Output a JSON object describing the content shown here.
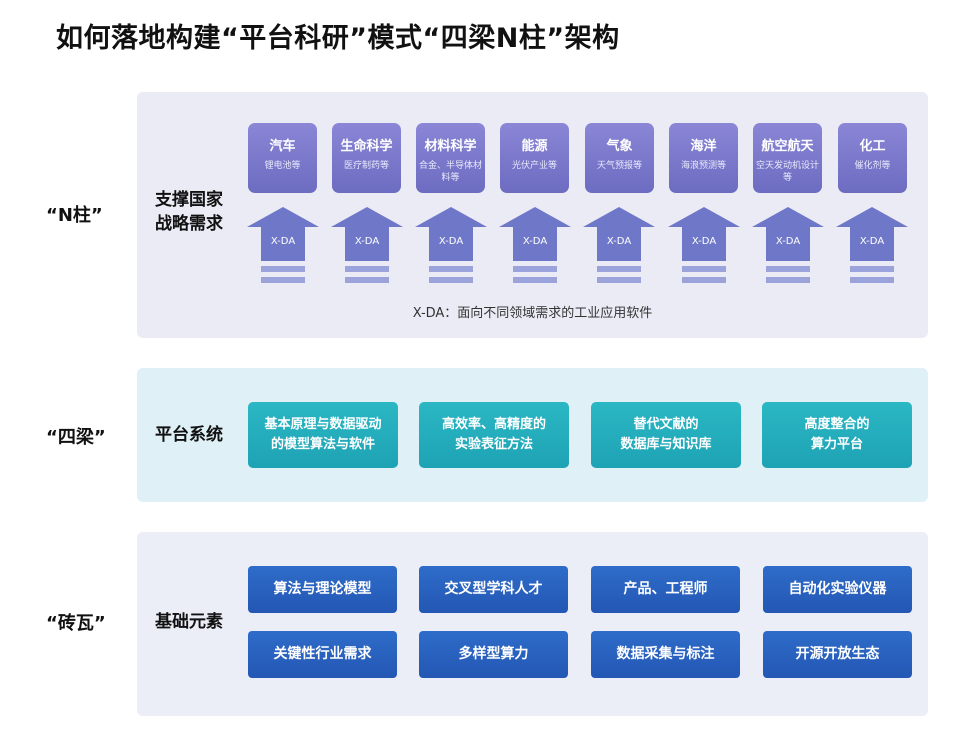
{
  "title": "如何落地构建“平台科研”模式“四梁N柱”架构",
  "n_row": {
    "tag": "“N柱”",
    "sub": [
      "支撑国家",
      "战略需求"
    ],
    "pillars": [
      {
        "title": "汽车",
        "sub": "锂电池等"
      },
      {
        "title": "生命科学",
        "sub": "医疗制药等"
      },
      {
        "title": "材料科学",
        "sub": "合金、半导体材料等"
      },
      {
        "title": "能源",
        "sub": "光伏产业等"
      },
      {
        "title": "气象",
        "sub": "天气预报等"
      },
      {
        "title": "海洋",
        "sub": "海浪预测等"
      },
      {
        "title": "航空航天",
        "sub": "空天发动机设计等"
      },
      {
        "title": "化工",
        "sub": "催化剂等"
      }
    ],
    "arrow_label": "X-DA",
    "note": "X-DA：面向不同领域需求的工业应用软件"
  },
  "beam_row": {
    "tag": "“四梁”",
    "sub": "平台系统",
    "beams": [
      [
        "基本原理与数据驱动",
        "的模型算法与软件"
      ],
      [
        "高效率、高精度的",
        "实验表征方法"
      ],
      [
        "替代文献的",
        "数据库与知识库"
      ],
      [
        "高度整合的",
        "算力平台"
      ]
    ]
  },
  "brick_row": {
    "tag": "“砖瓦”",
    "sub": "基础元素",
    "bricks": [
      "算法与理论模型",
      "交叉型学科人才",
      "产品、工程师",
      "自动化实验仪器",
      "关键性行业需求",
      "多样型算力",
      "数据采集与标注",
      "开源开放生态"
    ]
  },
  "colors": {
    "pillar": "#7b78cf",
    "arrow": "#6f78c8",
    "beam": "#24adbd",
    "brick": "#2961bf"
  }
}
